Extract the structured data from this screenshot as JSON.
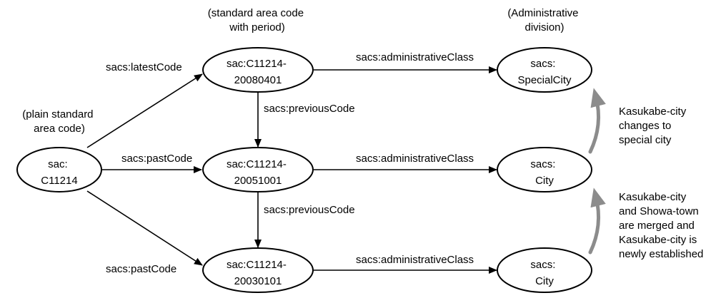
{
  "header_notes": {
    "plain_code": [
      "(plain standard",
      "area code)"
    ],
    "period_code": [
      "(standard area code",
      "with period)"
    ],
    "admin_division": [
      "(Administrative",
      "division)"
    ]
  },
  "nodes": {
    "plain": [
      "sac:",
      "C11214"
    ],
    "code_2008": [
      "sac:C11214-",
      "20080401"
    ],
    "code_2005": [
      "sac:C11214-",
      "20051001"
    ],
    "code_2003": [
      "sac:C11214-",
      "20030101"
    ],
    "special_city": [
      "sacs:",
      "SpecialCity"
    ],
    "city_2005": [
      "sacs:",
      "City"
    ],
    "city_2003": [
      "sacs:",
      "City"
    ]
  },
  "edges": {
    "latest_code": "sacs:latestCode",
    "past_code_2005": "sacs:pastCode",
    "past_code_2003": "sacs:pastCode",
    "previous_code_upper": "sacs:previousCode",
    "previous_code_lower": "sacs:previousCode",
    "admin_class_2008": "sacs:administrativeClass",
    "admin_class_2005": "sacs:administrativeClass",
    "admin_class_2003": "sacs:administrativeClass"
  },
  "change_notes": {
    "to_special_city": [
      "Kasukabe-city",
      "changes to",
      "special city"
    ],
    "merger": [
      "Kasukabe-city",
      "and Showa-town",
      "are merged and",
      "Kasukabe-city is",
      "newly established"
    ]
  },
  "colors": {
    "stroke": "#000000",
    "change_arrow": "#8c8c8c",
    "background": "#ffffff"
  }
}
